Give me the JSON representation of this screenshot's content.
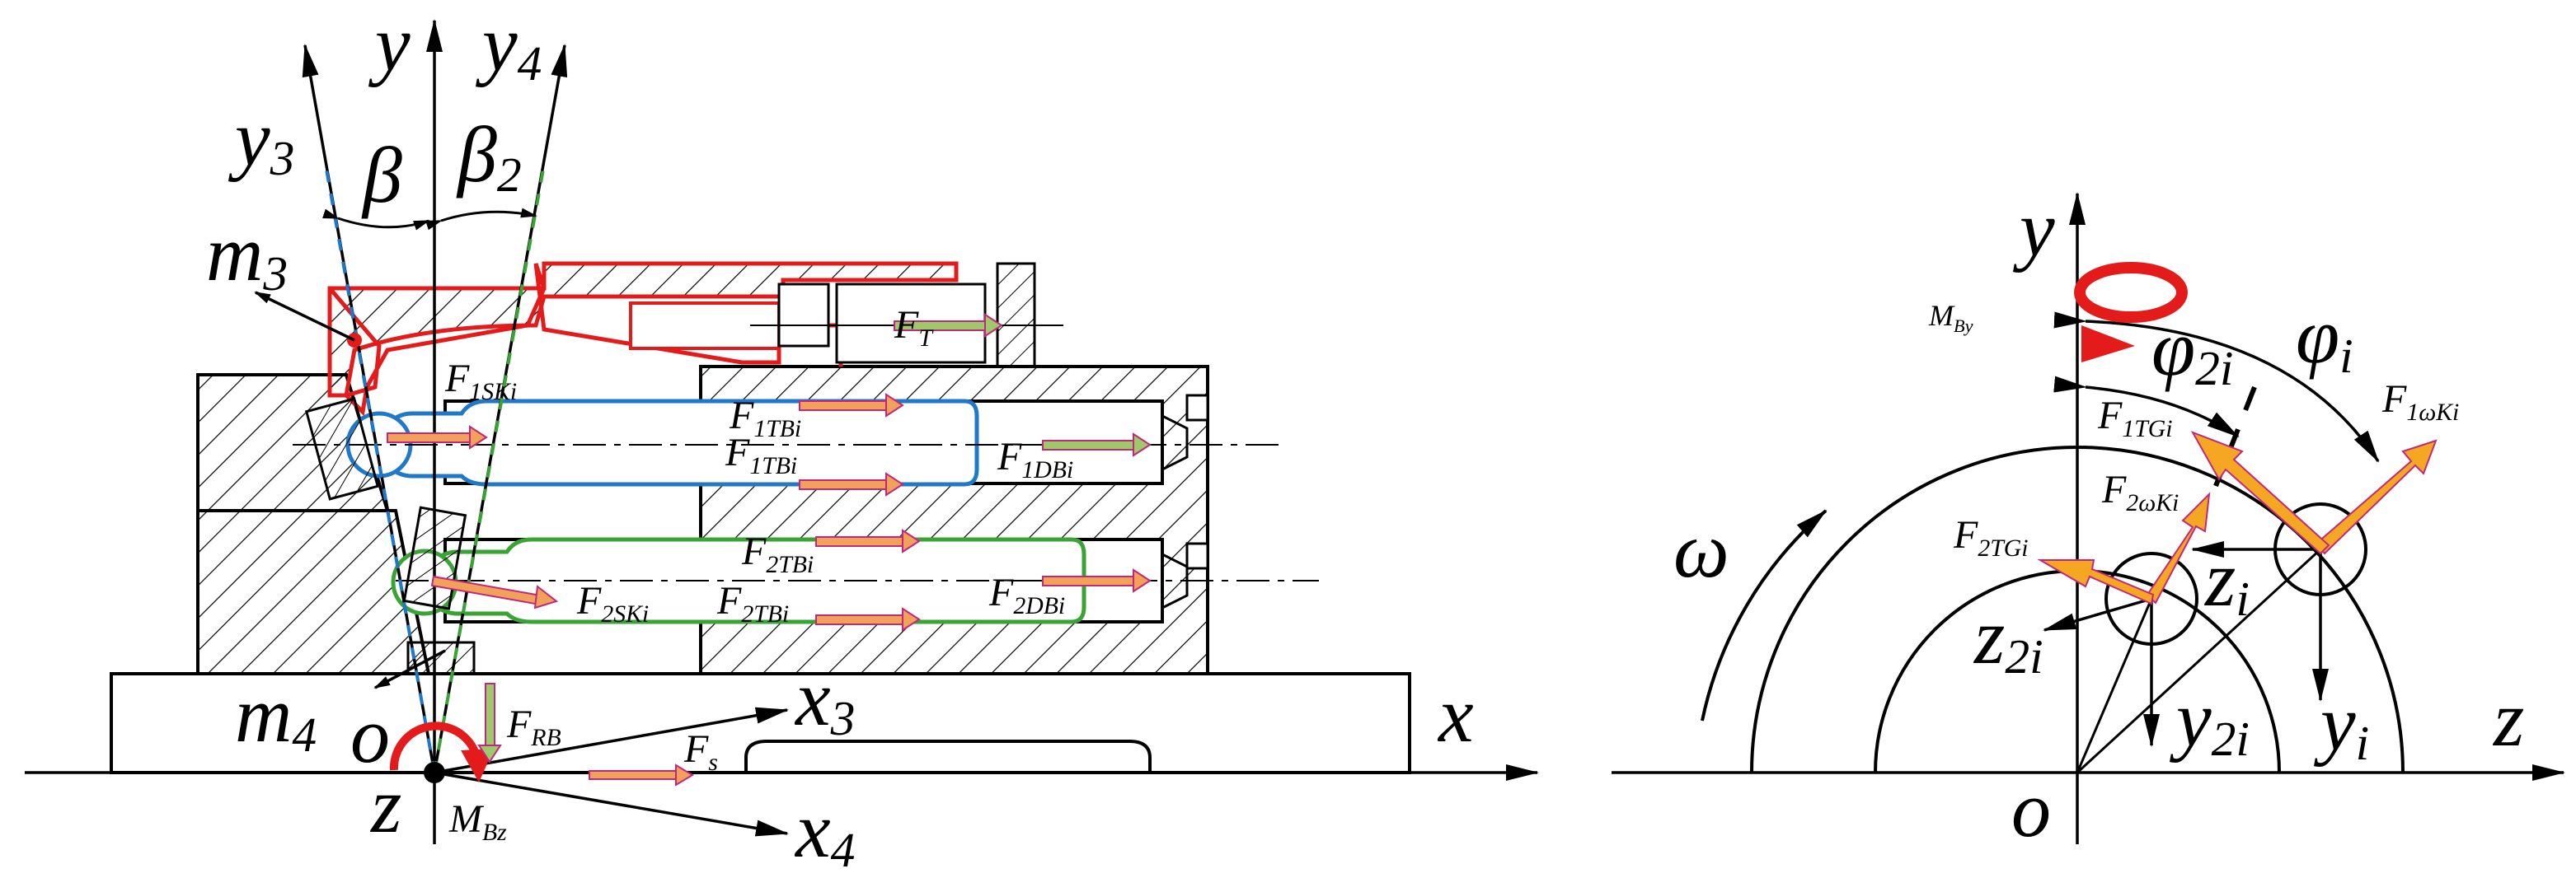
{
  "colors": {
    "line": "#000000",
    "lever_red": "#e31b1b",
    "piston_blue": "#1f78c8",
    "piston_green": "#3aa335",
    "force_fill": "#f2a15a",
    "force_stroke": "#c0287e",
    "force_fill_green": "#9dc96a",
    "fork_orange": "#f5a623",
    "moment_red": "#e31b1b"
  },
  "left_figure": {
    "axes": {
      "y": "y",
      "y3": {
        "base": "y",
        "sub": "3"
      },
      "y4": {
        "base": "y",
        "sub": "4"
      },
      "x": "x",
      "x3": {
        "base": "x",
        "sub": "3"
      },
      "x4": {
        "base": "x",
        "sub": "4"
      },
      "z": "z",
      "o": "o"
    },
    "angles": {
      "beta": {
        "base": "β",
        "sub": ""
      },
      "beta2": {
        "base": "β",
        "sub": "2"
      }
    },
    "masses": {
      "m3": {
        "base": "m",
        "sub": "3"
      },
      "m4": {
        "base": "m",
        "sub": "4"
      }
    },
    "forces": {
      "FT": {
        "base": "F",
        "sub": "T"
      },
      "F1SKi": {
        "base": "F",
        "sub": "1SKi"
      },
      "F1TBi_a": {
        "base": "F",
        "sub": "1TBi"
      },
      "F1TBi_b": {
        "base": "F",
        "sub": "1TBi"
      },
      "F1DBi": {
        "base": "F",
        "sub": "1DBi"
      },
      "F2TBi_a": {
        "base": "F",
        "sub": "2TBi"
      },
      "F2TBi_b": {
        "base": "F",
        "sub": "2TBi"
      },
      "F2SKi": {
        "base": "F",
        "sub": "2SKi"
      },
      "F2DBi": {
        "base": "F",
        "sub": "2DBi"
      },
      "FRB": {
        "base": "F",
        "sub": "RB"
      },
      "Fs": {
        "base": "F",
        "sub": "s"
      }
    },
    "moment": {
      "base": "M",
      "sub": "Bz"
    }
  },
  "right_figure": {
    "axes": {
      "y": "y",
      "z": "z",
      "o": "o",
      "yi": {
        "base": "y",
        "sub": "i"
      },
      "y2i": {
        "base": "y",
        "sub": "2i"
      },
      "zi": {
        "base": "z",
        "sub": "i"
      },
      "z2i": {
        "base": "z",
        "sub": "2i"
      }
    },
    "omega": "ω",
    "angles": {
      "phi_i": {
        "base": "φ",
        "sub": "i"
      },
      "phi_2i": {
        "base": "φ",
        "sub": "2i"
      }
    },
    "moment": {
      "base": "M",
      "sub": "By"
    },
    "forces": {
      "F1wKi": {
        "base": "F",
        "sub": "1ωKi"
      },
      "F1TGi": {
        "base": "F",
        "sub": "1TGi"
      },
      "F2wKi": {
        "base": "F",
        "sub": "2ωKi"
      },
      "F2TGi": {
        "base": "F",
        "sub": "2TGi"
      }
    }
  }
}
